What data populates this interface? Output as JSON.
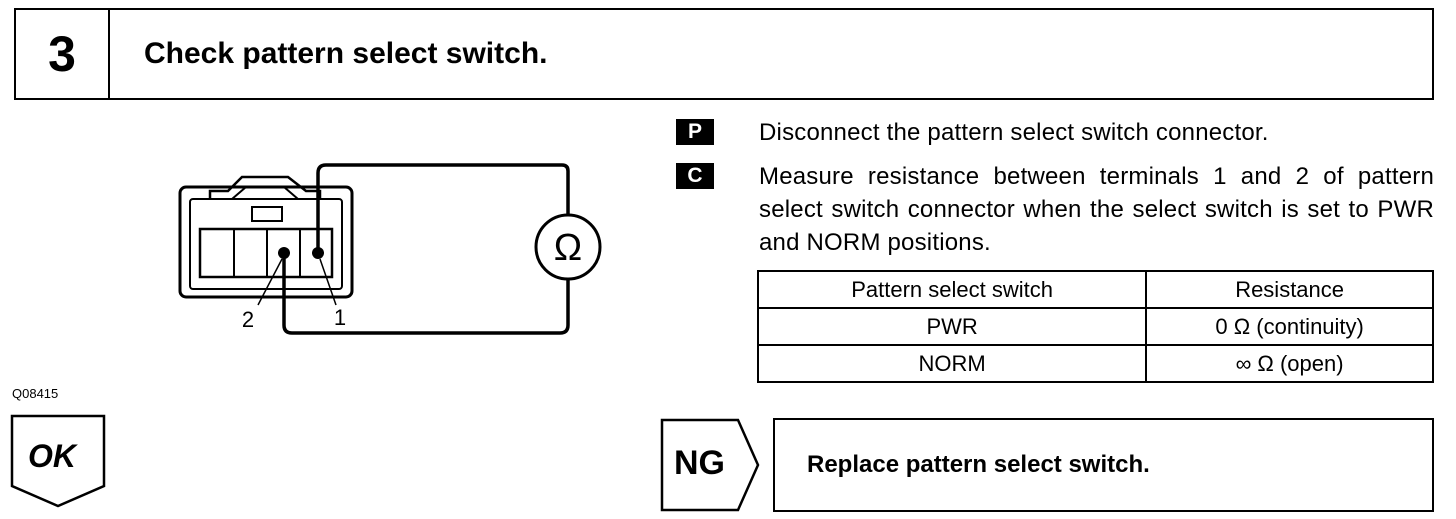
{
  "header": {
    "step_number": "3",
    "title": "Check pattern select switch."
  },
  "diagram": {
    "meter_symbol": "Ω",
    "terminal_2": "2",
    "terminal_1": "1",
    "figure_id": "Q08415"
  },
  "instructions": [
    {
      "badge": "P",
      "text": "Disconnect the pattern select switch connector."
    },
    {
      "badge": "C",
      "text": "Measure resistance between terminals 1 and 2 of pattern select switch connector when the select switch is set to PWR and NORM positions."
    }
  ],
  "table": {
    "headers": [
      "Pattern select switch",
      "Resistance"
    ],
    "rows": [
      [
        "PWR",
        "0 Ω (continuity)"
      ],
      [
        "NORM",
        "∞ Ω (open)"
      ]
    ]
  },
  "ok": {
    "label": "OK"
  },
  "ng": {
    "label": "NG",
    "action": "Replace pattern select switch."
  }
}
